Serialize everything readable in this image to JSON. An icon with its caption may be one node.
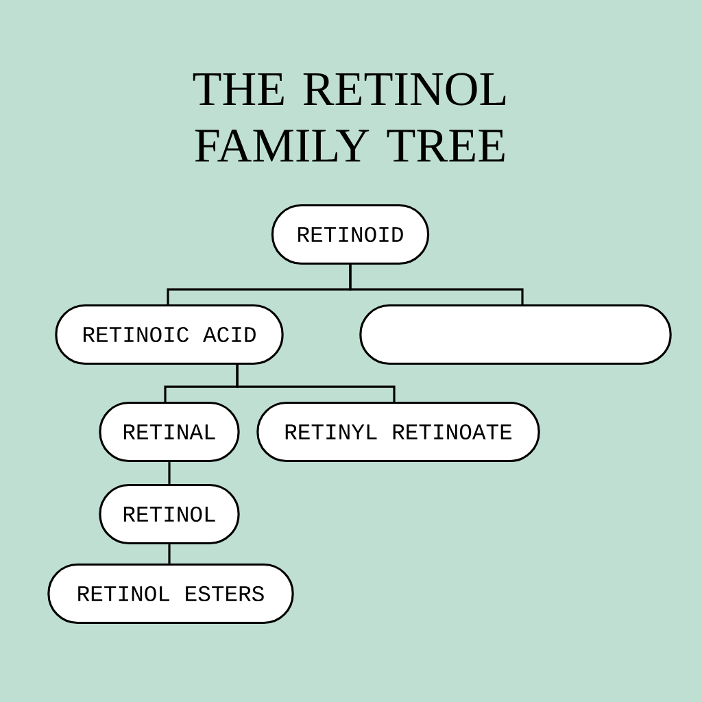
{
  "diagram": {
    "title": "THE RETINOL FAMILY TREE",
    "nodes": [
      {
        "text": [
          "RETINOID"
        ]
      },
      {
        "text": [
          "RETINOIC ACID"
        ]
      },
      {
        "text": [],
        "shape": "box"
      },
      {
        "text": [
          "RETINAL"
        ]
      },
      {
        "text": [
          "RETINYL RETINOATE"
        ]
      },
      {
        "text": [
          "RETINOL"
        ]
      },
      {
        "text": [
          "RETINOL ESTERS"
        ]
      }
    ],
    "edges": [
      {
        "from": 0,
        "to": 1,
        "arrow": "none"
      },
      {
        "from": 0,
        "to": 2,
        "arrow": "none"
      },
      {
        "from": 1,
        "to": 3,
        "arrow": "none"
      },
      {
        "from": 1,
        "to": 4,
        "arrow": "none"
      },
      {
        "from": 3,
        "to": 5,
        "arrow": "none"
      },
      {
        "from": 5,
        "to": 6,
        "arrow": "none"
      }
    ]
  }
}
